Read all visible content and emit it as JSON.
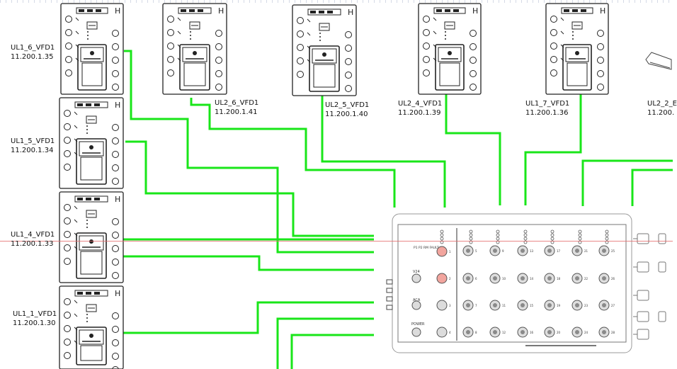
{
  "title": "",
  "colors": {
    "wire": "#19e619",
    "device": "#222222",
    "grid": "#c9c9c9",
    "port_highlight": "#f2a59e",
    "guide_line": "#e46a6a"
  },
  "vfds": [
    {
      "name": "UL1_6_VFD1",
      "ip": "11.200.1.35"
    },
    {
      "name": "UL2_6_VFD1",
      "ip": "11.200.1.41"
    },
    {
      "name": "UL2_5_VFD1",
      "ip": "11.200.1.40"
    },
    {
      "name": "UL2_4_VFD1",
      "ip": "11.200.1.39"
    },
    {
      "name": "UL1_7_VFD1",
      "ip": "11.200.1.36"
    },
    {
      "name": "UL2_2_E",
      "ip": "11.200."
    },
    {
      "name": "UL1_5_VFD1",
      "ip": "11.200.1.34"
    },
    {
      "name": "UL1_4_VFD1",
      "ip": "11.200.1.33"
    },
    {
      "name": "UL1_1_VFD1",
      "ip": "11.200.1.30"
    }
  ],
  "switch": {
    "labels": {
      "v24": "V24",
      "aca": "ACA",
      "power": "POWER",
      "status": "P1  P2  RM  FAULT"
    },
    "port_numbers": [
      "1",
      "2",
      "3",
      "4",
      "5",
      "6",
      "7",
      "8",
      "9",
      "10",
      "11",
      "12",
      "13",
      "14",
      "15",
      "16",
      "17",
      "18",
      "19",
      "20",
      "21",
      "22",
      "23",
      "24",
      "25",
      "26",
      "27",
      "28"
    ]
  }
}
